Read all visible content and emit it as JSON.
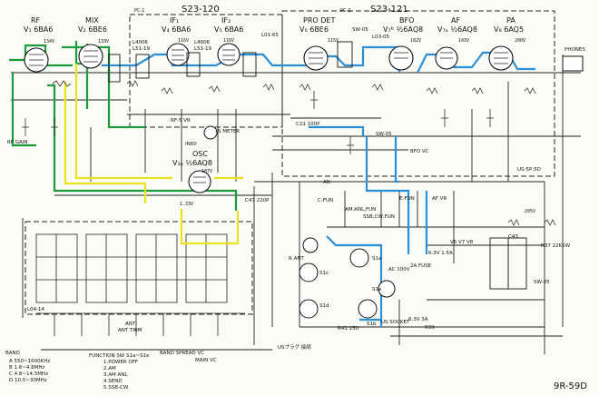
{
  "stages": {
    "rf": {
      "name": "RF",
      "tube": "V₁ 6BA6"
    },
    "mix": {
      "name": "MIX",
      "tube": "V₂ 6BE6"
    },
    "if1": {
      "name": "IF₁",
      "tube": "V₄ 6BA6"
    },
    "if2": {
      "name": "IF₂",
      "tube": "V₅ 6BA6"
    },
    "prodet": {
      "name": "PRO DET",
      "tube": "V₆ 6BE6"
    },
    "bfo": {
      "name": "BFO",
      "tube": "V₇ᵇ ½6AQ8"
    },
    "af": {
      "name": "AF",
      "tube": "V₇ₐ ½6AQ8"
    },
    "pa": {
      "name": "PA",
      "tube": "V₈ 6AQ5"
    },
    "osc": {
      "name": "OSC",
      "tube": "V₃ₐ ½6AQ8"
    }
  },
  "boards": {
    "pc1_tag": "PC-1",
    "pc1_part": "S23-120",
    "pc2_tag": "PC-2",
    "pc2_part": "S23-121"
  },
  "voltages": {
    "v1": "134V",
    "v2": "133V",
    "v3": "116V",
    "v4": "116V",
    "v5": "115V",
    "v6": "182V",
    "v7": "143V",
    "v8": "200V",
    "v9": "187V",
    "v10": "1.33V",
    "v11": "205V"
  },
  "labels": {
    "rf_gain": "RF GAIN",
    "s_meter": "S METER",
    "ant": "ANT",
    "ant_trim": "ANT TRIM",
    "band_spread": "BAND SPREAD VC",
    "main_vc": "MAIN VC",
    "phones": "PHONES",
    "fuse": "2A FUSE",
    "ac_in": "AC 100V",
    "socket": "US SOCKET",
    "us_plug": "USプラグ 接続",
    "l04": "L04-14",
    "r_ant": "R ANT",
    "s1a": "S1a",
    "s1b": "S1b",
    "s1c": "S1c",
    "s1d": "S1d",
    "s1e": "S1e",
    "heater": "6.3V 1.5A",
    "heater2": "6.3V 3A",
    "v6v8": "V6 V7 V8",
    "bfovc": "BFO VC",
    "sw05": "SW-05",
    "sw05b": "SW-05",
    "sw05c": "SW-05",
    "c21": "C21 100P",
    "us5": "US-5P,5D",
    "r41": "R41 150",
    "r39": "R39",
    "r37": "R37 22K5W",
    "c43": "C43",
    "l01": "L01-65",
    "l4006a": "L4006",
    "l4006b": "L4006",
    "l51": "L51-19",
    "l51b": "L51-19",
    "l03": "L03-05",
    "in60": "IN60",
    "rfvr": "RF-5 VR",
    "c47": "C47 220P",
    "an": "AN",
    "cfun": "C-FUN",
    "amanl": "AM,ANL,FUN",
    "ssbfun": "SSB,CW,FUN",
    "e_fun": "E-FUN",
    "af_vr": "AF VR",
    "bfo_vc": "BFO VC"
  },
  "legend": {
    "band_title": "BAND",
    "bands": [
      "A 550~1600KHz",
      "B 1.6~4.8MHz",
      "C 4.8~14.5MHz",
      "D 10.5~30MHz"
    ],
    "function_title": "FUNCTION SW S1a~S1e",
    "functions": [
      "1.POWER OFF",
      "2.AM",
      "3.AM ANL",
      "4.SEND",
      "5.SSB-CW"
    ]
  },
  "model": "9R-59D",
  "colors": {
    "blue": "#2b8fd6",
    "green": "#1f9a38",
    "yellow": "#ece11d",
    "ink": "#1a1a1a"
  }
}
